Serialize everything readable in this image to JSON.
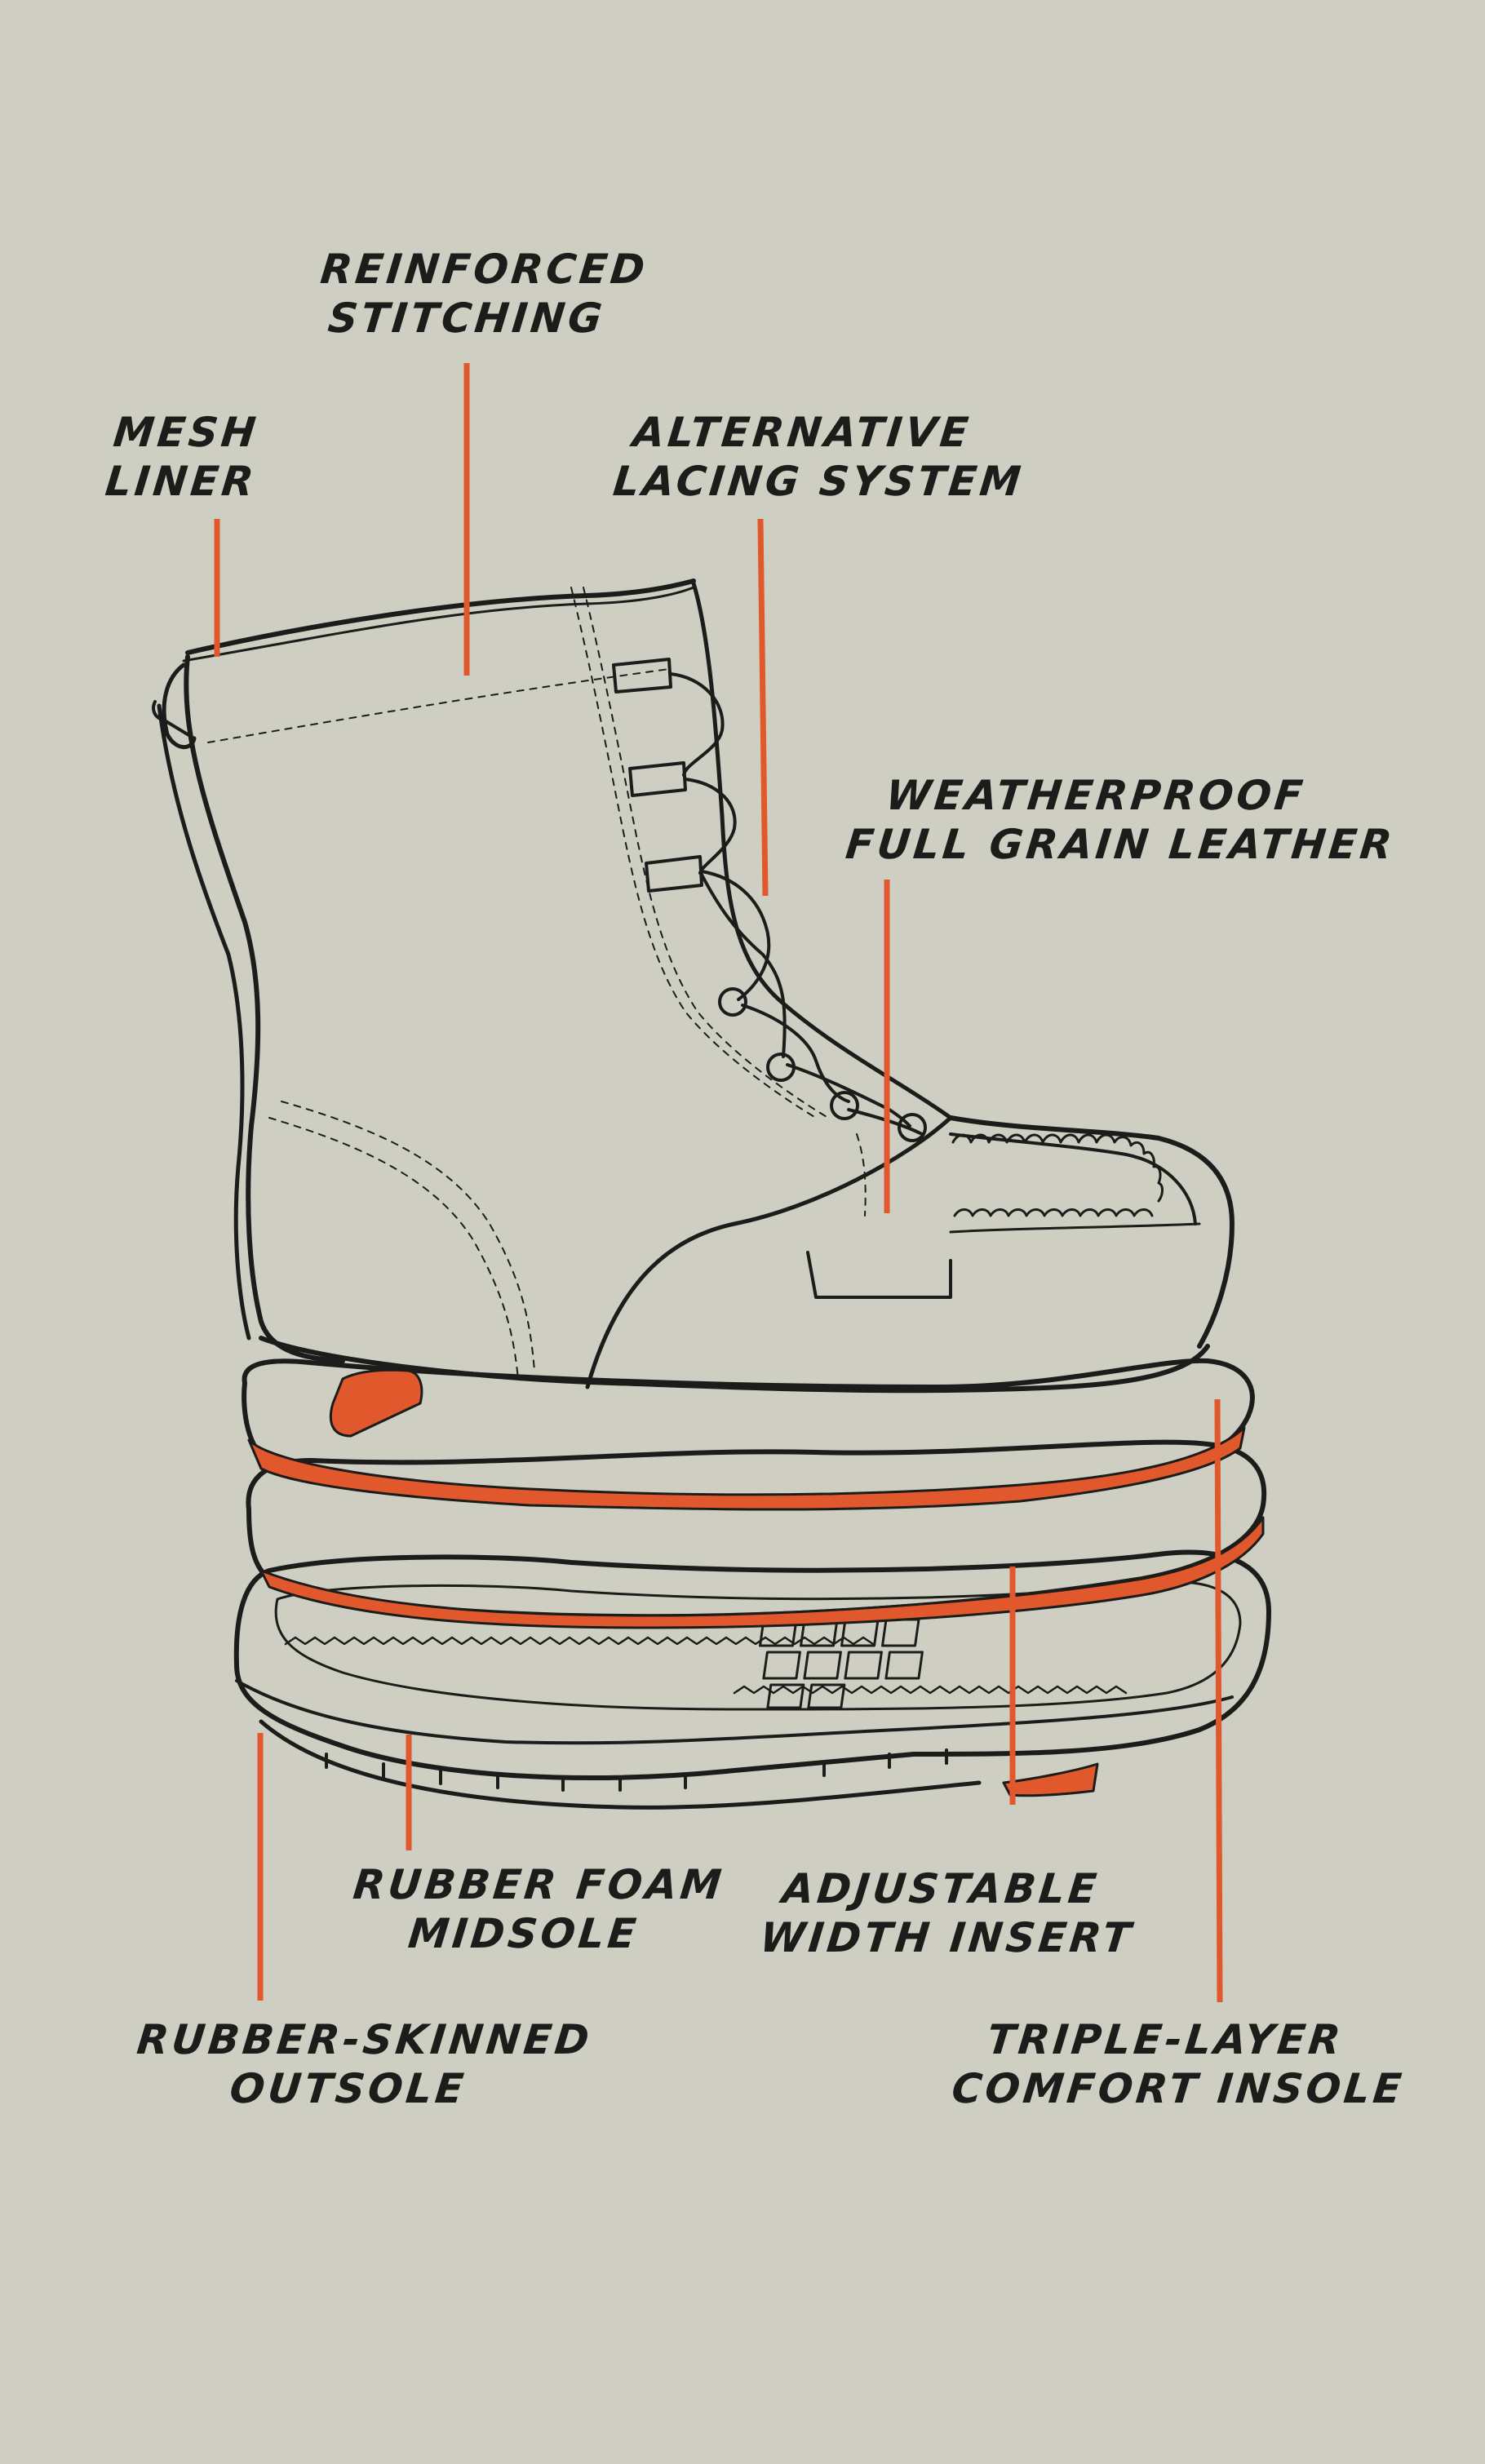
{
  "colors": {
    "background": "#cfcec3",
    "accent": "#e0582c",
    "ink": "#1c1c1a"
  },
  "labels": {
    "reinforced_stitching": [
      "REINFORCED",
      "STITCHING"
    ],
    "mesh_liner": [
      "MESH",
      "LINER"
    ],
    "alternative_lacing": [
      "ALTERNATIVE",
      "LACING SYSTEM"
    ],
    "weatherproof_leather": [
      "WEATHERPROOF",
      "FULL GRAIN LEATHER"
    ],
    "rubber_foam_midsole": [
      "RUBBER FOAM",
      "MIDSOLE"
    ],
    "adjustable_width_insert": [
      "ADJUSTABLE",
      "WIDTH INSERT"
    ],
    "rubber_skinned_outsole": [
      "RUBBER-SKINNED",
      "OUTSOLE"
    ],
    "triple_layer_insole": [
      "TRIPLE-LAYER",
      "COMFORT INSOLE"
    ]
  }
}
